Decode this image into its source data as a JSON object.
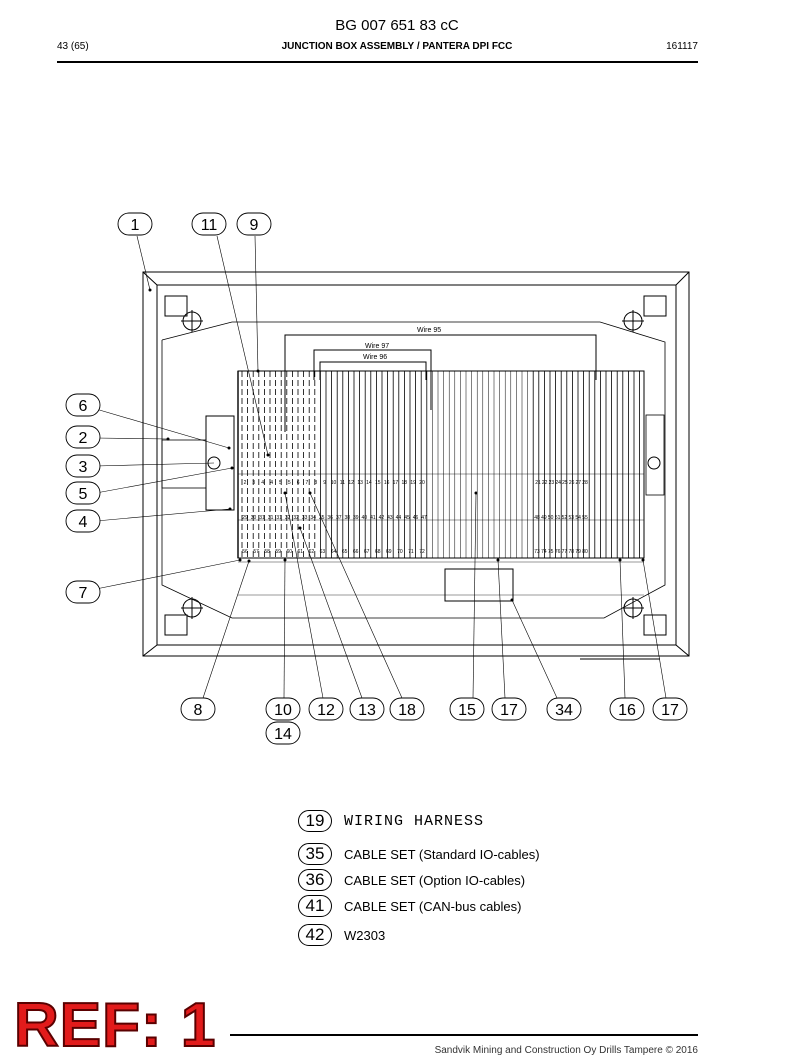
{
  "header": {
    "doc_number": "BG 007 651 83 cC",
    "page": "43 (65)",
    "title": "JUNCTION BOX ASSEMBLY / PANTERA DPI FCC",
    "date": "161117"
  },
  "wire_labels": [
    "Wire 95",
    "Wire 97",
    "Wire 96"
  ],
  "callouts": {
    "top": [
      "1",
      "11",
      "9"
    ],
    "left": [
      "6",
      "2",
      "3",
      "5",
      "4",
      "7"
    ],
    "bottom": [
      "8",
      "10",
      "12",
      "13",
      "18",
      "15",
      "17",
      "34",
      "16",
      "17"
    ],
    "bottom_extra": "14"
  },
  "terminal_rows": {
    "row1_left": [
      "2",
      "3",
      "4",
      "4",
      "5",
      "5",
      "6",
      "7",
      "8",
      "9",
      "10",
      "11",
      "12",
      "13",
      "14",
      "15",
      "16",
      "17",
      "18",
      "19",
      "20"
    ],
    "row1_right": [
      "21",
      "22",
      "23",
      "24",
      "25",
      "26",
      "27",
      "28"
    ],
    "row2_left": [
      "29",
      "30",
      "31",
      "31",
      "31",
      "32",
      "32",
      "33",
      "34",
      "35",
      "36",
      "37",
      "38",
      "39",
      "40",
      "41",
      "42",
      "43",
      "44",
      "45",
      "46",
      "47"
    ],
    "row2_right": [
      "48",
      "49",
      "50",
      "51",
      "52",
      "53",
      "54",
      "55"
    ],
    "row3_left": [
      "56",
      "57",
      "58",
      "59",
      "60",
      "61",
      "62",
      "63",
      "64",
      "65",
      "66",
      "67",
      "68",
      "69",
      "70",
      "71",
      "72"
    ],
    "row3_right": [
      "73",
      "74",
      "75",
      "76",
      "77",
      "78",
      "79",
      "80"
    ]
  },
  "legend": [
    {
      "num": "19",
      "text": "WIRING HARNESS"
    },
    {
      "num": "35",
      "text": "CABLE SET (Standard IO-cables)"
    },
    {
      "num": "36",
      "text": "CABLE SET (Option IO-cables)"
    },
    {
      "num": "41",
      "text": "CABLE SET (CAN-bus cables)"
    },
    {
      "num": "42",
      "text": "W2303"
    }
  ],
  "ref_stamp": "REF: 1",
  "footer": "Sandvik Mining and Construction Oy Drills Tampere © 2016"
}
